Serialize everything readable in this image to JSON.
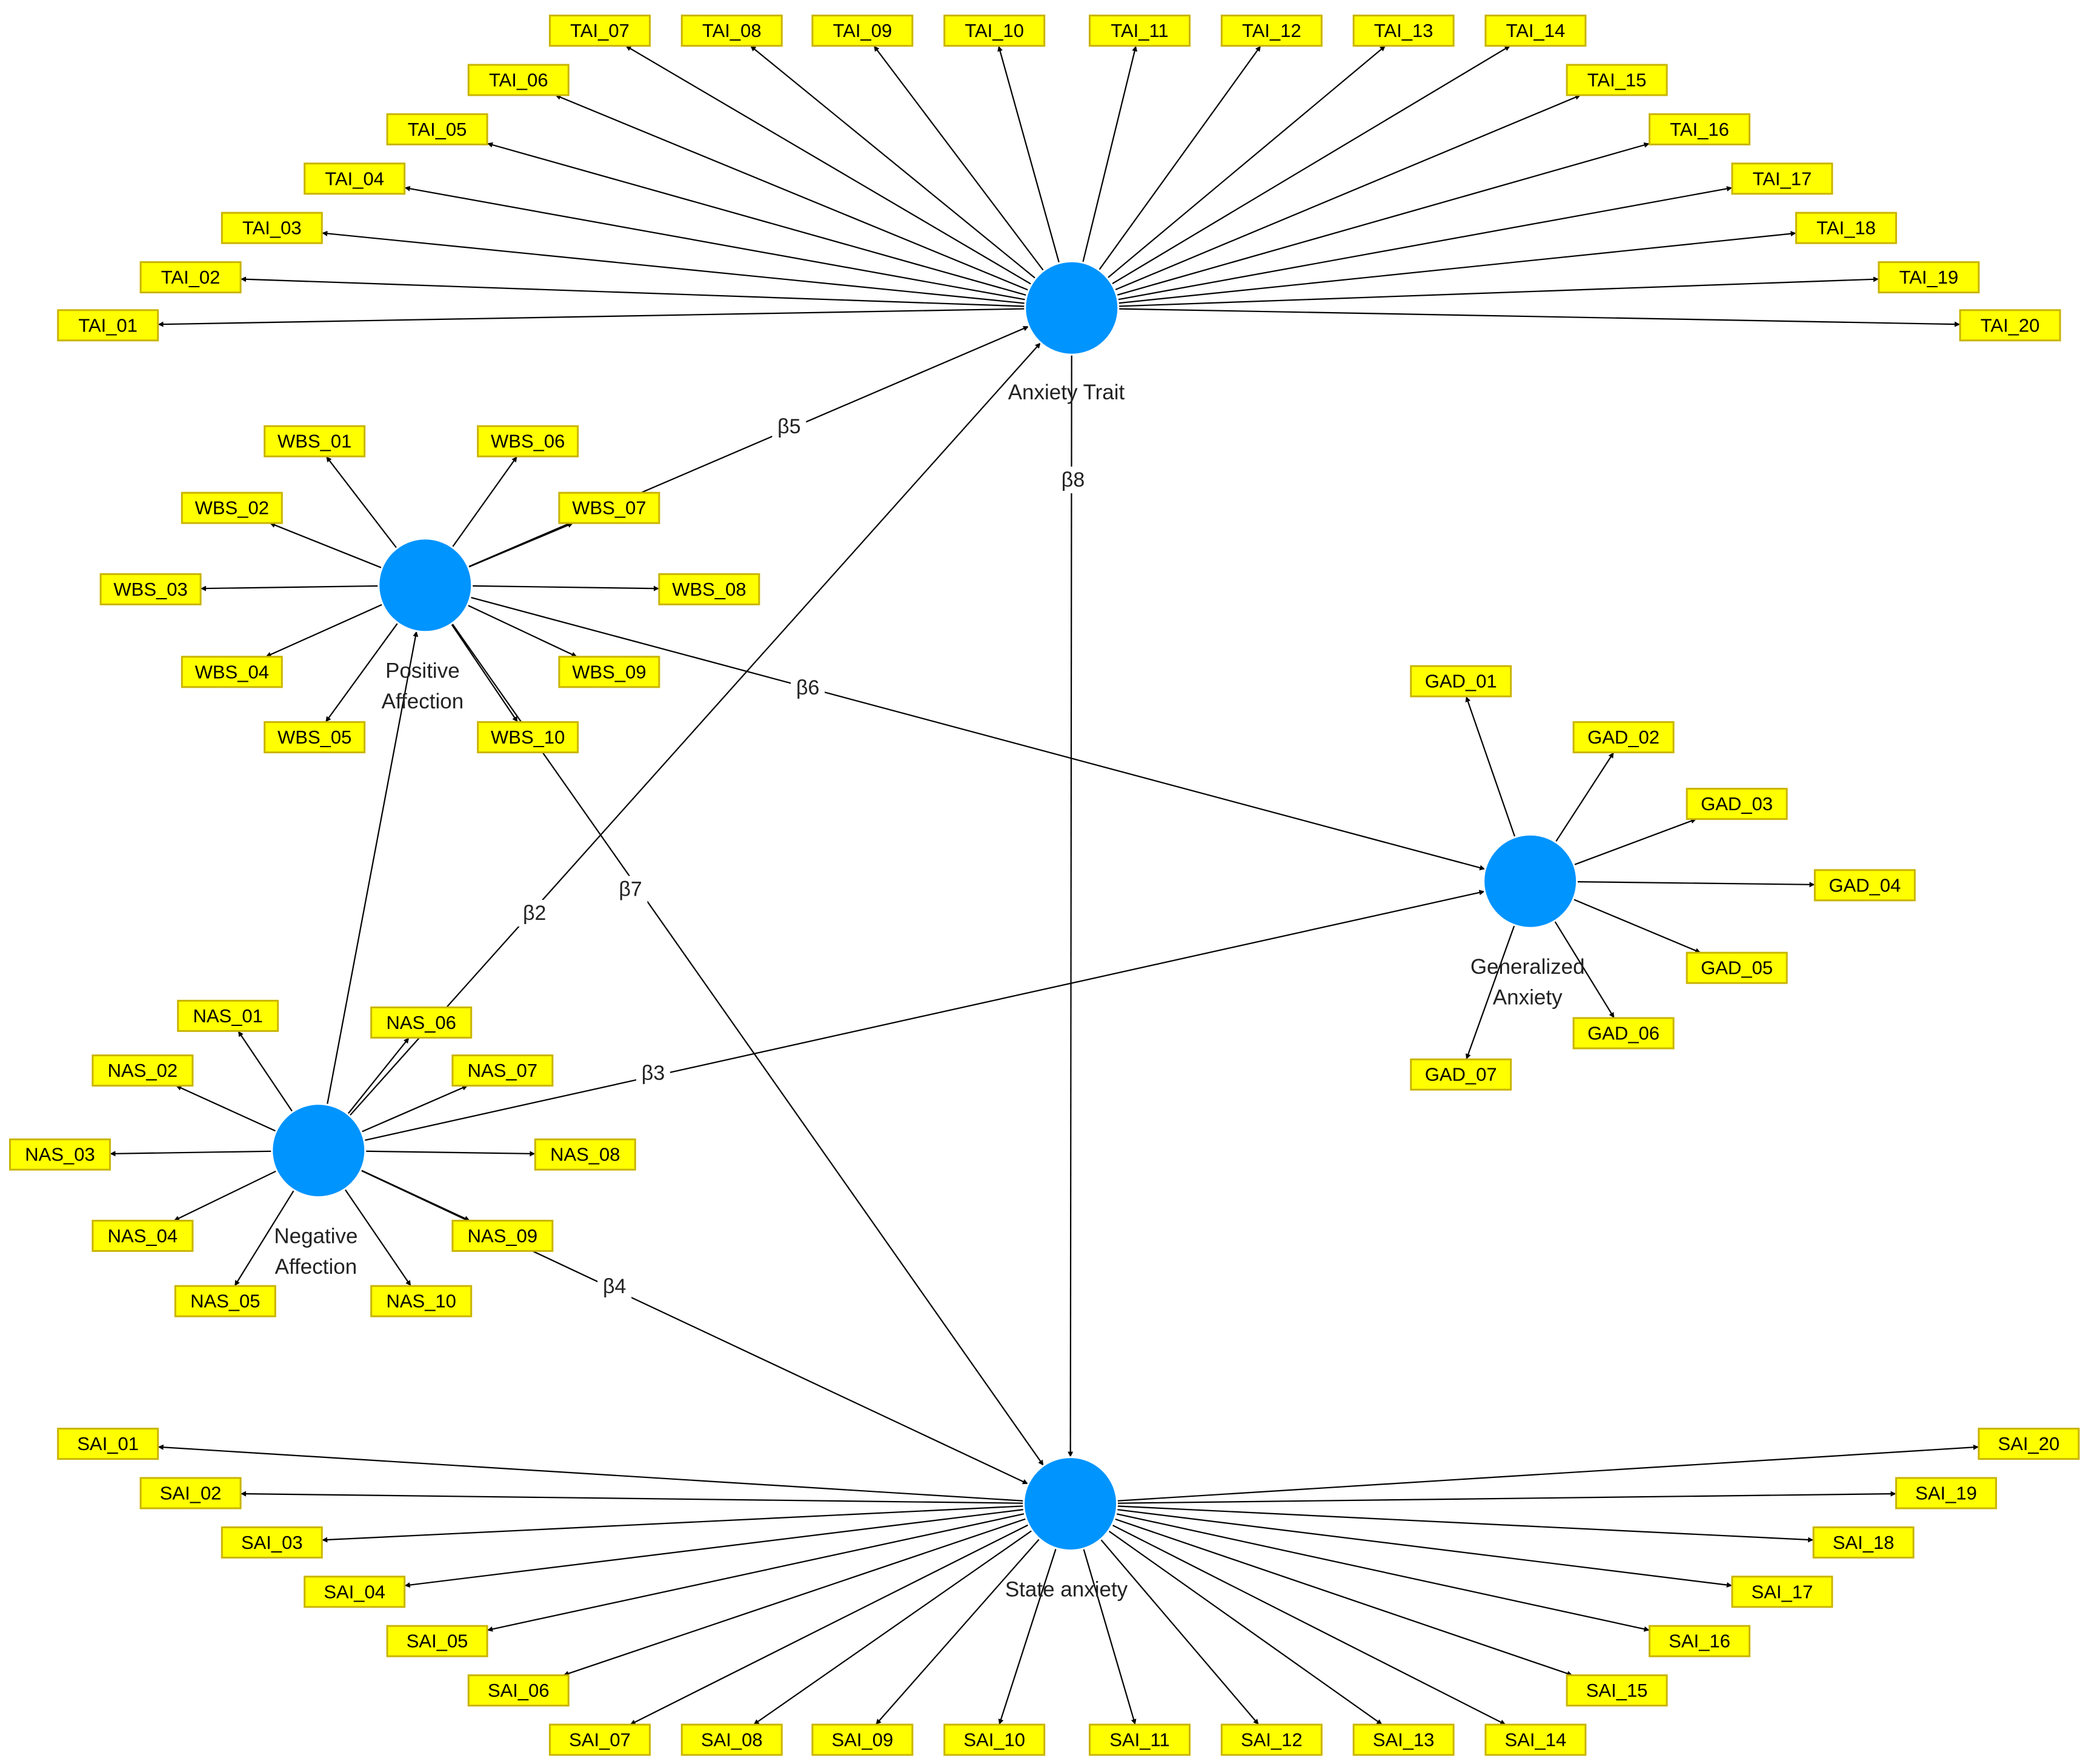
{
  "colors": {
    "latent_fill": "#0094ff",
    "indicator_fill": "#ffff00",
    "indicator_border": "#c9b400",
    "edge": "#000000"
  },
  "latents": [
    {
      "id": "AT",
      "label": [
        "Anxiety Trait"
      ]
    },
    {
      "id": "SA",
      "label": [
        "State anxiety"
      ]
    },
    {
      "id": "PA",
      "label": [
        "Positive",
        "Affection"
      ]
    },
    {
      "id": "NA",
      "label": [
        "Negative",
        "Affection"
      ]
    },
    {
      "id": "GA",
      "label": [
        "Generalized",
        "Anxiety"
      ]
    }
  ],
  "indicator_groups": [
    {
      "latent": "AT",
      "items": [
        "TAI_01",
        "TAI_02",
        "TAI_03",
        "TAI_04",
        "TAI_05",
        "TAI_06",
        "TAI_07",
        "TAI_08",
        "TAI_09",
        "TAI_10",
        "TAI_11",
        "TAI_12",
        "TAI_13",
        "TAI_14",
        "TAI_15",
        "TAI_16",
        "TAI_17",
        "TAI_18",
        "TAI_19",
        "TAI_20"
      ]
    },
    {
      "latent": "SA",
      "items": [
        "SAI_01",
        "SAI_02",
        "SAI_03",
        "SAI_04",
        "SAI_05",
        "SAI_06",
        "SAI_07",
        "SAI_08",
        "SAI_09",
        "SAI_10",
        "SAI_11",
        "SAI_12",
        "SAI_13",
        "SAI_14",
        "SAI_15",
        "SAI_16",
        "SAI_17",
        "SAI_18",
        "SAI_19",
        "SAI_20"
      ]
    },
    {
      "latent": "PA",
      "items": [
        "WBS_01",
        "WBS_02",
        "WBS_03",
        "WBS_04",
        "WBS_05",
        "WBS_06",
        "WBS_07",
        "WBS_08",
        "WBS_09",
        "WBS_10"
      ]
    },
    {
      "latent": "NA",
      "items": [
        "NAS_01",
        "NAS_02",
        "NAS_03",
        "NAS_04",
        "NAS_05",
        "NAS_06",
        "NAS_07",
        "NAS_08",
        "NAS_09",
        "NAS_10"
      ]
    },
    {
      "latent": "GA",
      "items": [
        "GAD_01",
        "GAD_02",
        "GAD_03",
        "GAD_04",
        "GAD_05",
        "GAD_06",
        "GAD_07"
      ]
    }
  ],
  "paths": [
    {
      "from": "NA",
      "to": "PA",
      "label": ""
    },
    {
      "from": "NA",
      "to": "AT",
      "label": "β2"
    },
    {
      "from": "NA",
      "to": "GA",
      "label": "β3"
    },
    {
      "from": "NA",
      "to": "SA",
      "label": "β4"
    },
    {
      "from": "PA",
      "to": "AT",
      "label": "β5"
    },
    {
      "from": "PA",
      "to": "GA",
      "label": "β6"
    },
    {
      "from": "PA",
      "to": "SA",
      "label": "β7"
    },
    {
      "from": "AT",
      "to": "SA",
      "label": "β8"
    }
  ]
}
